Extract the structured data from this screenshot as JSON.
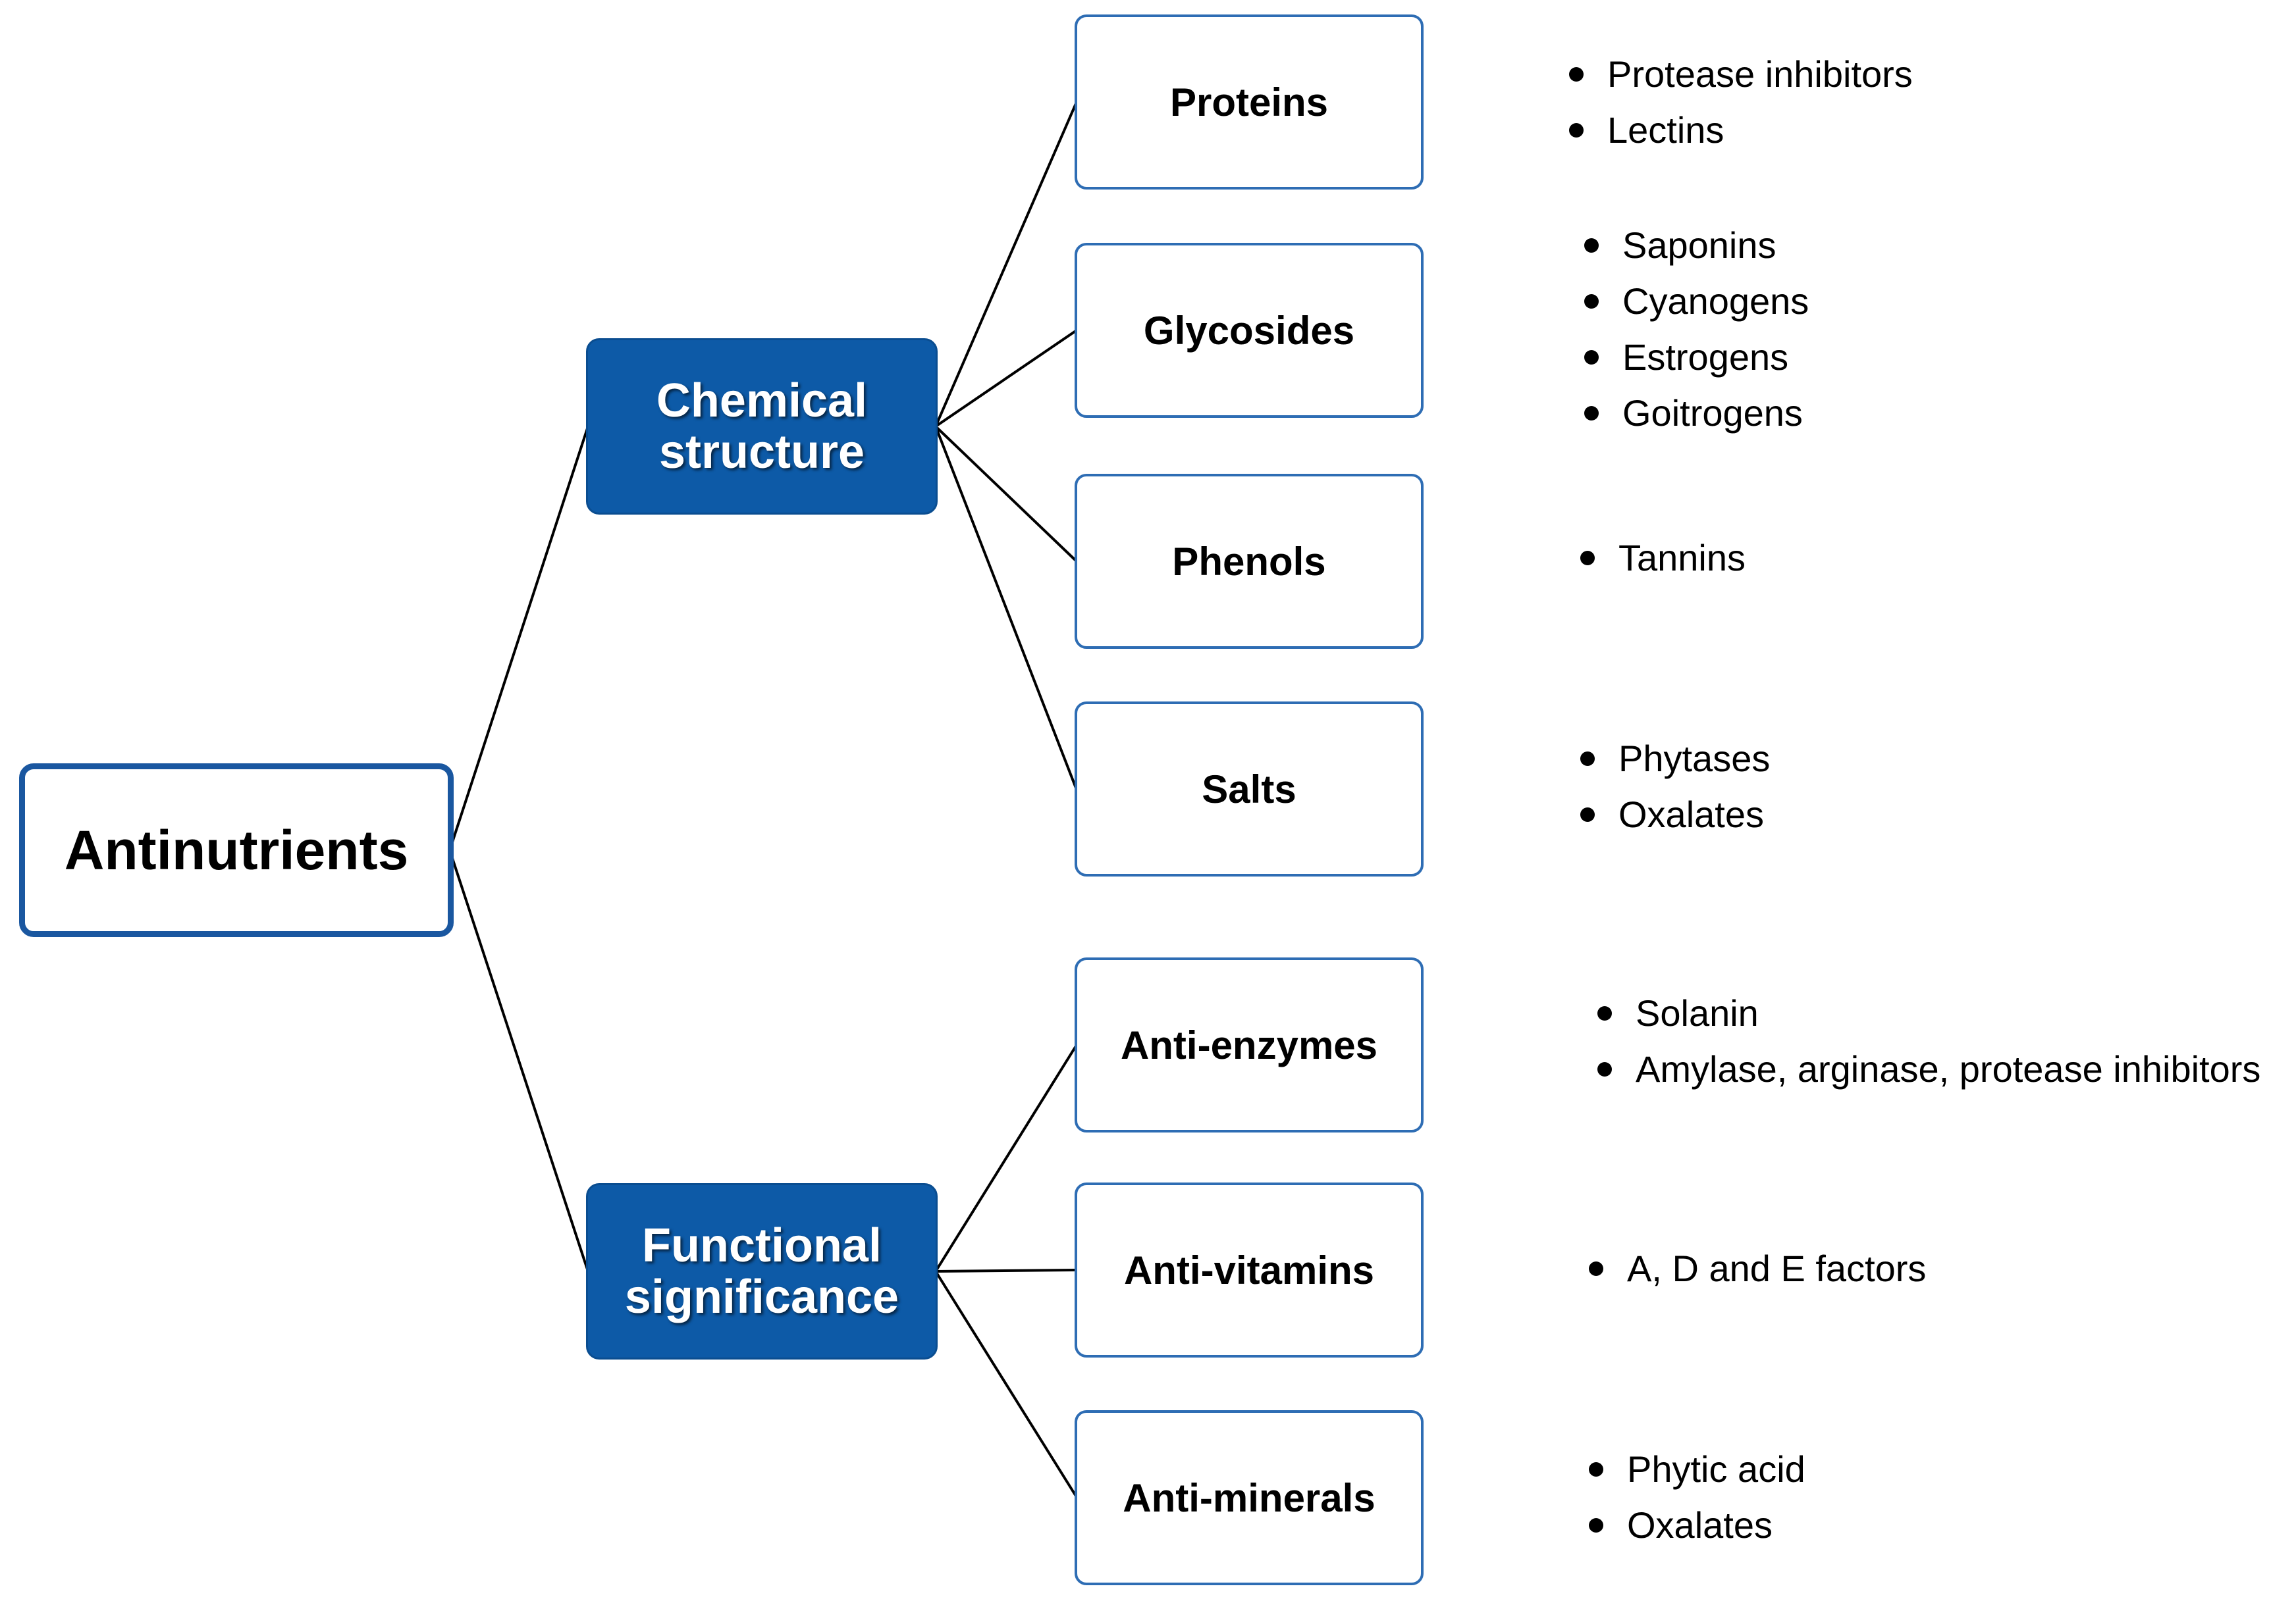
{
  "diagram": {
    "root": {
      "label": "Antinutrients"
    },
    "categories": [
      {
        "line1": "Chemical",
        "line2": "structure",
        "items": [
          {
            "label": "Proteins",
            "examples": [
              "Protease inhibitors",
              "Lectins"
            ]
          },
          {
            "label": "Glycosides",
            "examples": [
              "Saponins",
              "Cyanogens",
              "Estrogens",
              "Goitrogens"
            ]
          },
          {
            "label": "Phenols",
            "examples": [
              "Tannins"
            ]
          },
          {
            "label": "Salts",
            "examples": [
              "Phytases",
              "Oxalates"
            ]
          }
        ]
      },
      {
        "line1": "Functional",
        "line2": "significance",
        "items": [
          {
            "label": "Anti-enzymes",
            "examples": [
              "Solanin",
              "Amylase, arginase, protease inhibitors"
            ]
          },
          {
            "label": "Anti-vitamins",
            "examples": [
              "A, D and E factors"
            ]
          },
          {
            "label": "Anti-minerals",
            "examples": [
              "Phytic acid",
              "Oxalates"
            ]
          }
        ]
      }
    ],
    "colors": {
      "category_fill": "#0d5aa7",
      "border": "#1a57a0",
      "item_border": "#2e6db4",
      "connector": "#000000"
    }
  }
}
